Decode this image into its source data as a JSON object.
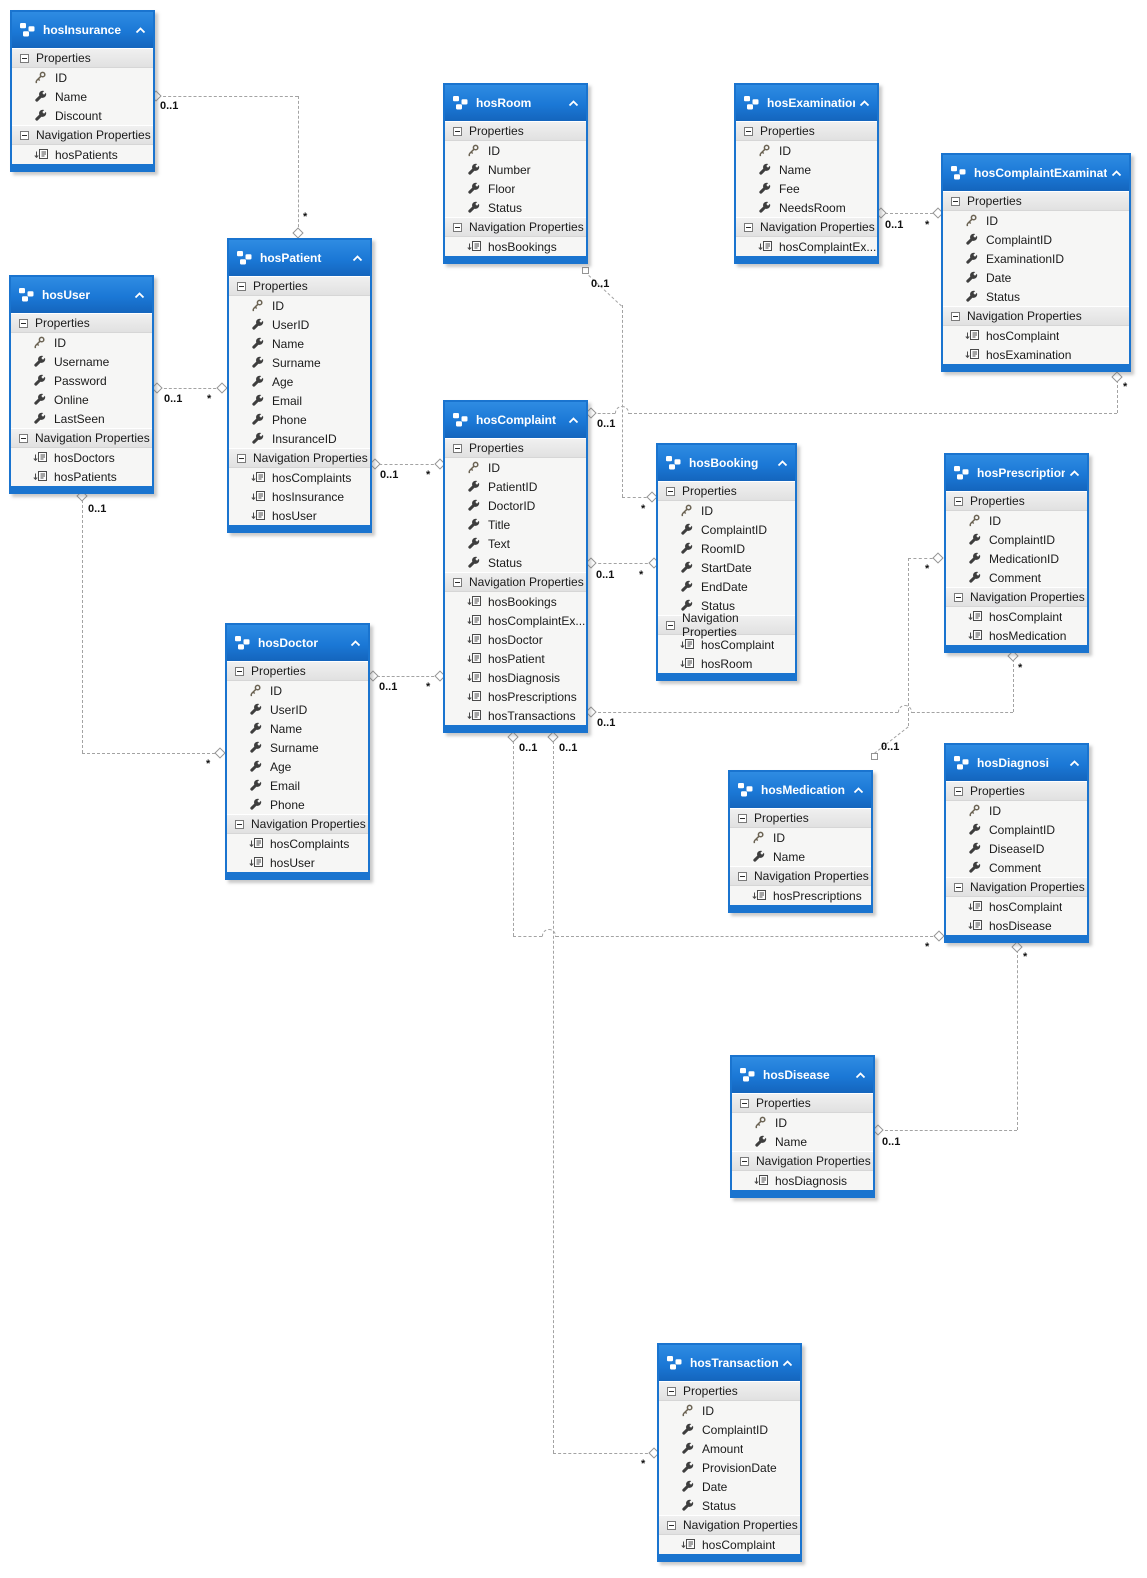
{
  "labels": {
    "properties_header": "Properties",
    "navigation_header": "Navigation Properties"
  },
  "colors": {
    "entity_title_bar": "#1b78d6",
    "entity_border": "#1a74cf",
    "section_header_bg": "#e8e8e8",
    "connector_line": "#a3a3a3"
  },
  "entities": [
    {
      "name": "hosInsurance",
      "properties": [
        "ID",
        "Name",
        "Discount"
      ],
      "navigation": [
        "hosPatients"
      ]
    },
    {
      "name": "hosUser",
      "properties": [
        "ID",
        "Username",
        "Password",
        "Online",
        "LastSeen"
      ],
      "navigation": [
        "hosDoctors",
        "hosPatients"
      ]
    },
    {
      "name": "hosPatient",
      "properties": [
        "ID",
        "UserID",
        "Name",
        "Surname",
        "Age",
        "Email",
        "Phone",
        "InsuranceID"
      ],
      "navigation": [
        "hosComplaints",
        "hosInsurance",
        "hosUser"
      ]
    },
    {
      "name": "hosRoom",
      "properties": [
        "ID",
        "Number",
        "Floor",
        "Status"
      ],
      "navigation": [
        "hosBookings"
      ]
    },
    {
      "name": "hosExamination",
      "properties": [
        "ID",
        "Name",
        "Fee",
        "NeedsRoom"
      ],
      "navigation": [
        "hosComplaintEx..."
      ]
    },
    {
      "name": "hosComplaintExaminat...",
      "properties": [
        "ID",
        "ComplaintID",
        "ExaminationID",
        "Date",
        "Status"
      ],
      "navigation": [
        "hosComplaint",
        "hosExamination"
      ]
    },
    {
      "name": "hosComplaint",
      "properties": [
        "ID",
        "PatientID",
        "DoctorID",
        "Title",
        "Text",
        "Status"
      ],
      "navigation": [
        "hosBookings",
        "hosComplaintEx...",
        "hosDoctor",
        "hosPatient",
        "hosDiagnosis",
        "hosPrescriptions",
        "hosTransactions"
      ]
    },
    {
      "name": "hosBooking",
      "properties": [
        "ID",
        "ComplaintID",
        "RoomID",
        "StartDate",
        "EndDate",
        "Status"
      ],
      "navigation": [
        "hosComplaint",
        "hosRoom"
      ]
    },
    {
      "name": "hosPrescription",
      "properties": [
        "ID",
        "ComplaintID",
        "MedicationID",
        "Comment"
      ],
      "navigation": [
        "hosComplaint",
        "hosMedication"
      ]
    },
    {
      "name": "hosDoctor",
      "properties": [
        "ID",
        "UserID",
        "Name",
        "Surname",
        "Age",
        "Email",
        "Phone"
      ],
      "navigation": [
        "hosComplaints",
        "hosUser"
      ]
    },
    {
      "name": "hosMedication",
      "properties": [
        "ID",
        "Name"
      ],
      "navigation": [
        "hosPrescriptions"
      ]
    },
    {
      "name": "hosDiagnosi",
      "properties": [
        "ID",
        "ComplaintID",
        "DiseaseID",
        "Comment"
      ],
      "navigation": [
        "hosComplaint",
        "hosDisease"
      ]
    },
    {
      "name": "hosDisease",
      "properties": [
        "ID",
        "Name"
      ],
      "navigation": [
        "hosDiagnosis"
      ]
    },
    {
      "name": "hosTransaction",
      "properties": [
        "ID",
        "ComplaintID",
        "Amount",
        "ProvisionDate",
        "Date",
        "Status"
      ],
      "navigation": [
        "hosComplaint"
      ]
    }
  ],
  "connectors": [
    {
      "from": "hosInsurance",
      "to": "hosPatient",
      "source_card": "0..1",
      "target_card": "*"
    },
    {
      "from": "hosUser",
      "to": "hosPatient",
      "source_card": "0..1",
      "target_card": "*"
    },
    {
      "from": "hosUser",
      "to": "hosDoctor",
      "source_card": "0..1",
      "target_card": "*"
    },
    {
      "from": "hosPatient",
      "to": "hosComplaint",
      "source_card": "0..1",
      "target_card": "*"
    },
    {
      "from": "hosDoctor",
      "to": "hosComplaint",
      "source_card": "0..1",
      "target_card": "*"
    },
    {
      "from": "hosComplaint",
      "to": "hosComplaintExaminat...",
      "source_card": "0..1",
      "target_card": "*"
    },
    {
      "from": "hosExamination",
      "to": "hosComplaintExaminat...",
      "source_card": "0..1",
      "target_card": "*"
    },
    {
      "from": "hosRoom",
      "to": "hosBooking",
      "source_card": "0..1",
      "target_card": "*"
    },
    {
      "from": "hosComplaint",
      "to": "hosBooking",
      "source_card": "0..1",
      "target_card": "*"
    },
    {
      "from": "hosComplaint",
      "to": "hosPrescription",
      "source_card": "0..1",
      "target_card": "*"
    },
    {
      "from": "hosMedication",
      "to": "hosPrescription",
      "source_card": "0..1",
      "target_card": "*"
    },
    {
      "from": "hosComplaint",
      "to": "hosDiagnosi",
      "source_card": "0..1",
      "target_card": "*"
    },
    {
      "from": "hosComplaint",
      "to": "hosTransaction",
      "source_card": "0..1",
      "target_card": "*"
    },
    {
      "from": "hosDisease",
      "to": "hosDiagnosi",
      "source_card": "0..1",
      "target_card": "*"
    }
  ]
}
